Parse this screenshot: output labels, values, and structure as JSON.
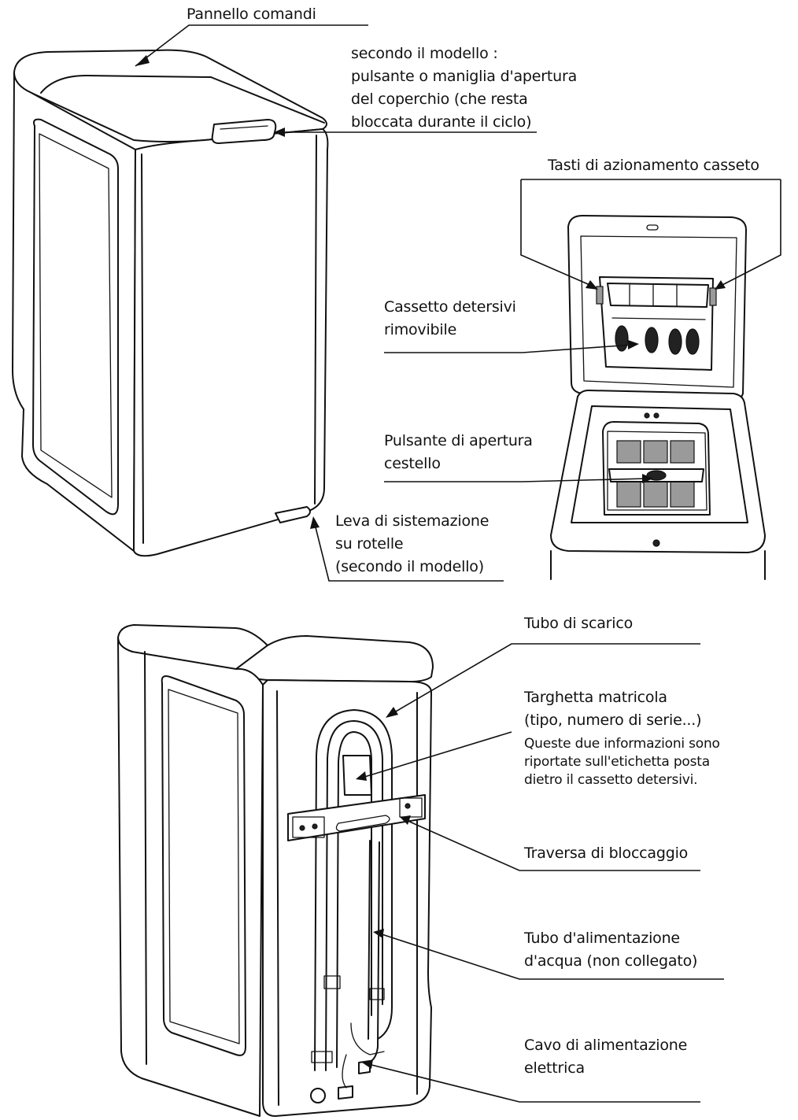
{
  "labels": {
    "pannello_comandi": "Pannello comandi",
    "apertura_coperchio": [
      "secondo il modello :",
      "pulsante o maniglia d'apertura",
      "del coperchio (che resta",
      "bloccata durante il ciclo)"
    ],
    "tasti_cassetto": "Tasti di azionamento casseto",
    "cassetto_detersivi": [
      "Cassetto detersivi",
      "rimovibile"
    ],
    "pulsante_cestello": [
      "Pulsante di apertura",
      "cestello"
    ],
    "leva_rotelle": [
      "Leva di sistemazione",
      "su rotelle",
      "(secondo il modello)"
    ],
    "tubo_scarico": "Tubo di scarico",
    "targhetta": [
      "Targhetta matricola",
      "(tipo, numero di serie...)"
    ],
    "targhetta_note": [
      "Queste due informazioni sono",
      "riportate sull'etichetta posta",
      "dietro il cassetto detersivi."
    ],
    "traversa": "Traversa di bloccaggio",
    "tubo_alimentazione": [
      "Tubo d'alimentazione",
      "d'acqua (non collegato)"
    ],
    "cavo": [
      "Cavo di alimentazione",
      "elettrica"
    ]
  }
}
